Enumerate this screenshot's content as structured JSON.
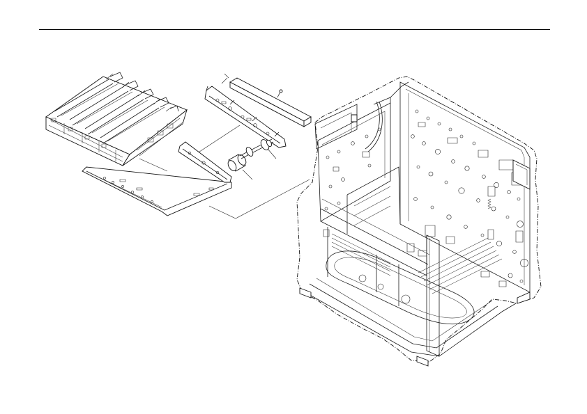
{
  "document": {
    "type": "exploded-parts-diagram",
    "labels": []
  },
  "colors": {
    "ink": "#1a1a1a",
    "background": "#ffffff"
  },
  "parts": [
    {
      "id": "toner-cartridge-assembly"
    },
    {
      "id": "guide-rail"
    },
    {
      "id": "upper-bracket-plate"
    },
    {
      "id": "cover-bar"
    },
    {
      "id": "screw"
    },
    {
      "id": "bracket-plate"
    },
    {
      "id": "roller"
    },
    {
      "id": "gear-shaft"
    },
    {
      "id": "main-frame"
    }
  ]
}
